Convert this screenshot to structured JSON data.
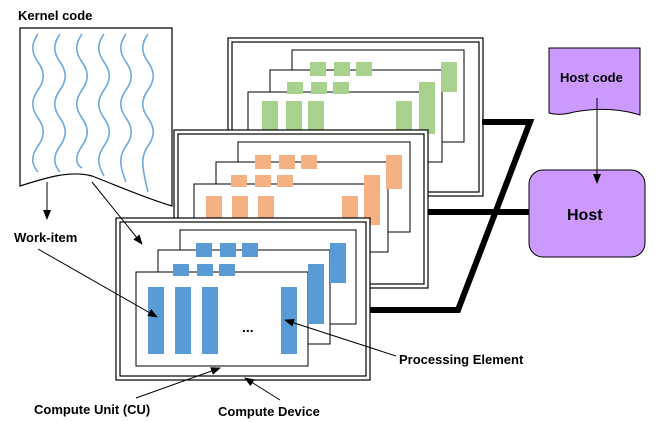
{
  "labels": {
    "kernel_code": "Kernel code",
    "host_code": "Host code",
    "host": "Host",
    "work_item": "Work-item",
    "ellipsis": "...",
    "processing_element": "Processing Element",
    "compute_unit": "Compute Unit (CU)",
    "compute_device": "Compute Device"
  },
  "colors": {
    "device_1_pe": "#a9d18e",
    "device_2_pe": "#f4b183",
    "device_3_pe": "#5b9bd5",
    "host_fill": "#cc99ff",
    "host_code_fill": "#cc99ff",
    "kernel_lines": "#6fa8dc"
  }
}
